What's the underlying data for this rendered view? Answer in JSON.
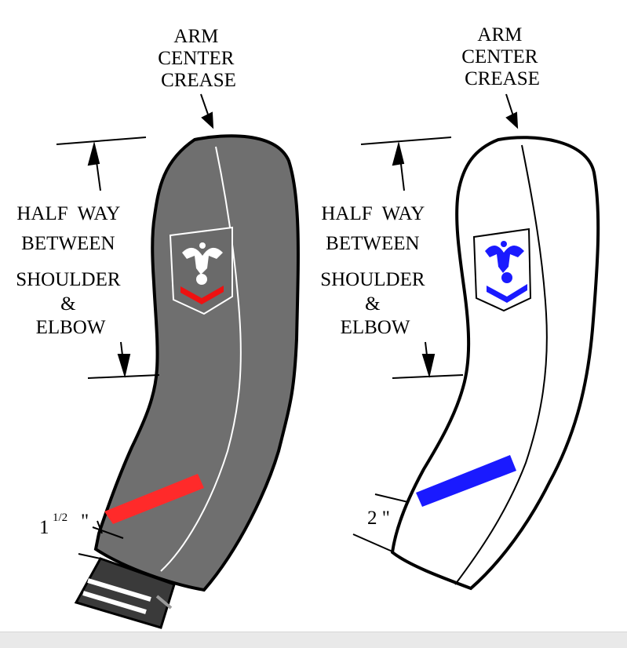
{
  "left": {
    "arm_label": [
      "ARM",
      "CENTER",
      "CREASE"
    ],
    "halfway_label": [
      "HALF  WAY",
      "BETWEEN",
      "SHOULDER",
      "&",
      "ELBOW"
    ],
    "measure_whole": "1",
    "measure_fraction": "1/2",
    "measure_mark": "\"",
    "sleeve_color": "#6f6f6f",
    "stripe_color": "#ff2a2a",
    "chevron_color": "#ee1111",
    "emblem_color": "#ffffff"
  },
  "right": {
    "arm_label": [
      "ARM",
      "CENTER",
      "CREASE"
    ],
    "halfway_label": [
      "HALF  WAY",
      "BETWEEN",
      "SHOULDER",
      "&",
      "ELBOW"
    ],
    "measure_text": "2 \"",
    "sleeve_color": "#ffffff",
    "stripe_color": "#1a1aff",
    "emblem_color": "#1a1aff"
  }
}
